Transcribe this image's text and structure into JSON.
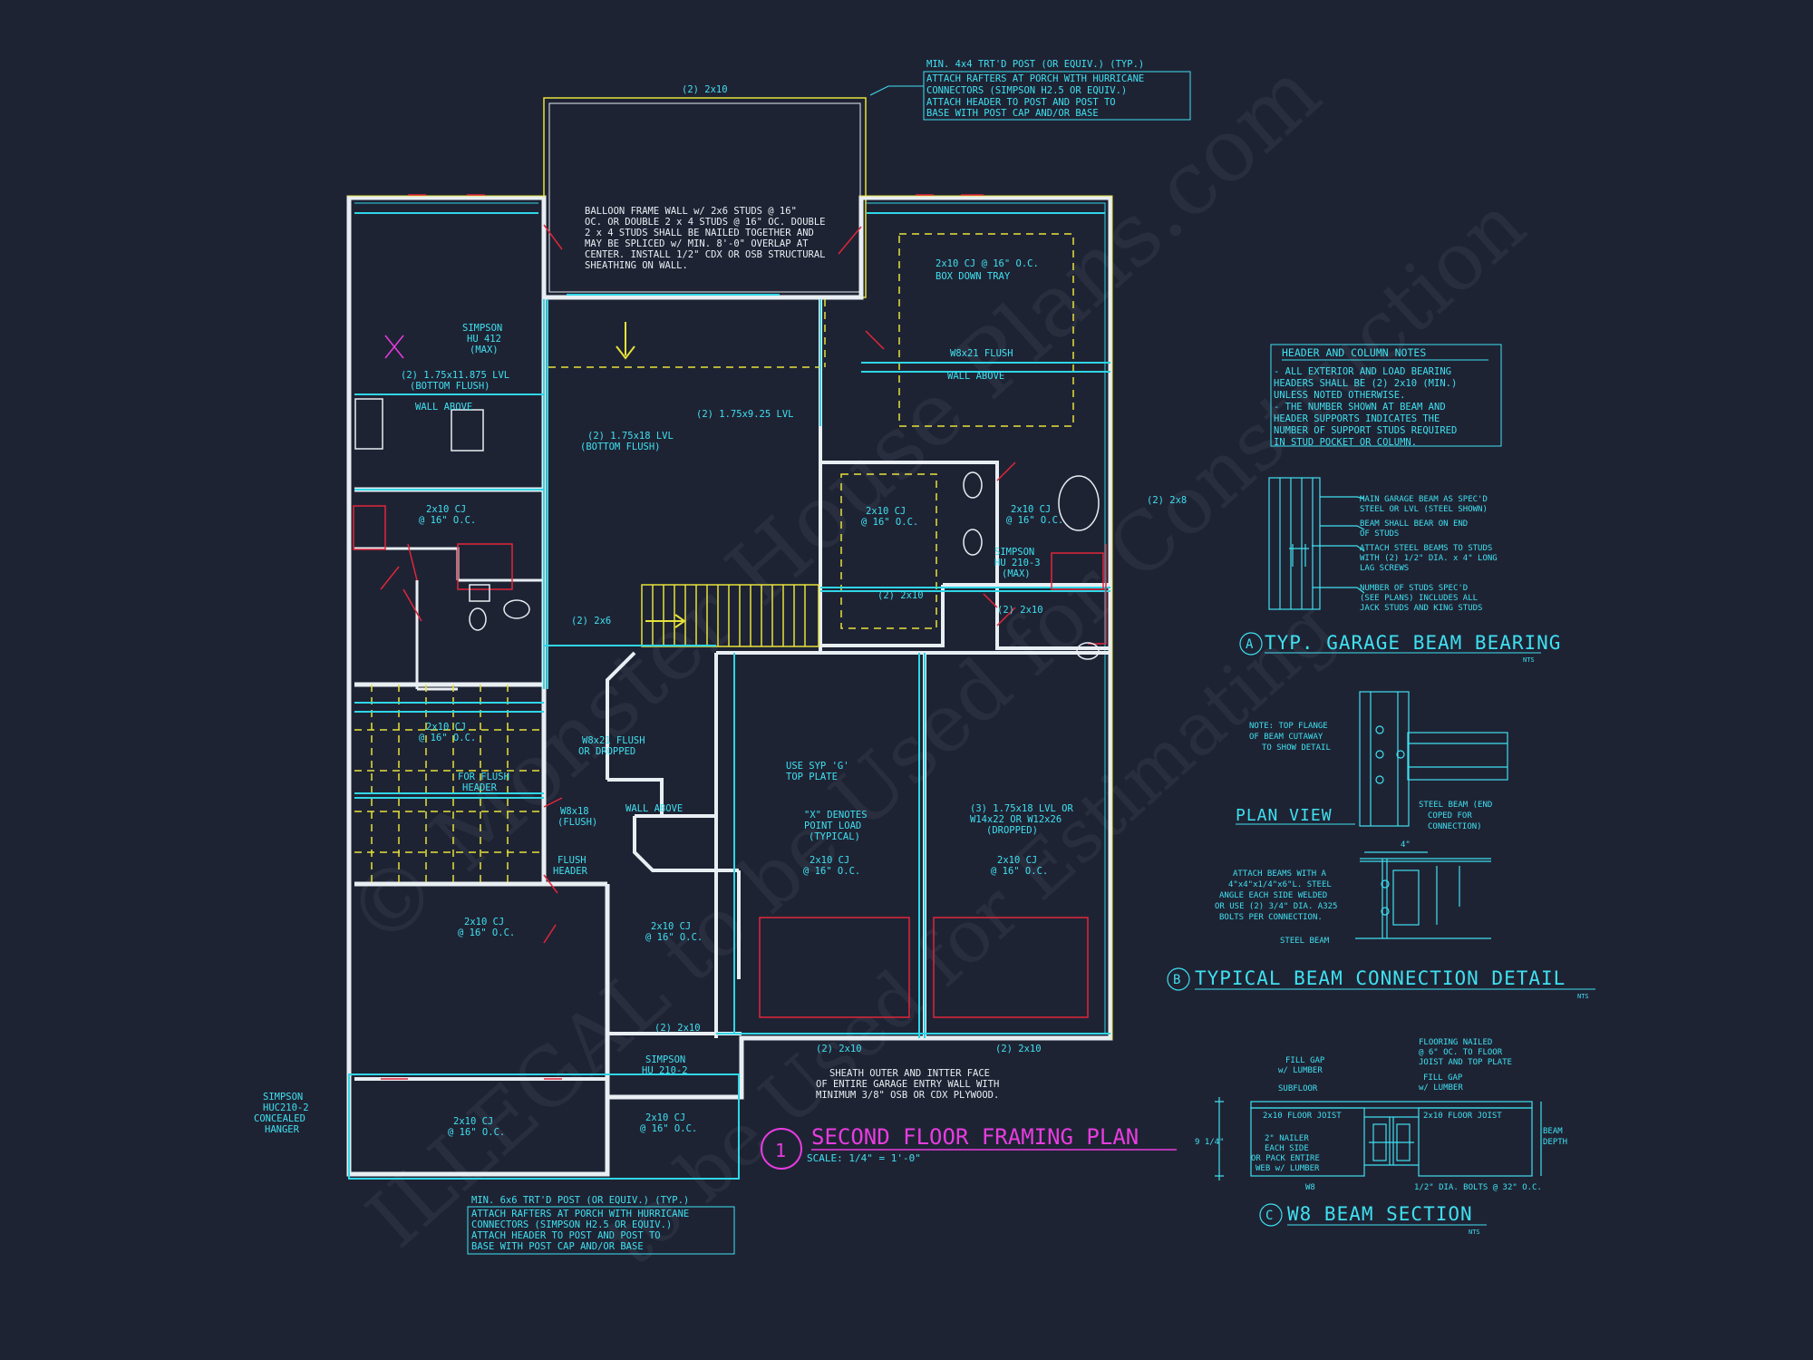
{
  "plan": {
    "title": "SECOND FLOOR FRAMING PLAN",
    "number": "1",
    "scale": "SCALE: 1/4\" = 1'-0\""
  },
  "watermark": {
    "line1": "© Monster House Plans.com",
    "line2": "ILLEGAL to be Used for Construction",
    "line3": "to be Used for Estimating"
  },
  "notes": {
    "porch_top": [
      "MIN. 4x4 TRT'D POST (OR EQUIV.) (TYP.)",
      "ATTACH RAFTERS AT PORCH WITH HURRICANE",
      "CONNECTORS (SIMPSON H2.5 OR EQUIV.)",
      "ATTACH HEADER TO POST AND POST TO",
      "BASE WITH POST CAP AND/OR BASE"
    ],
    "porch_bottom": [
      "MIN. 6x6 TRT'D POST (OR EQUIV.) (TYP.)",
      "ATTACH RAFTERS AT PORCH WITH HURRICANE",
      "CONNECTORS (SIMPSON H2.5 OR EQUIV.)",
      "ATTACH HEADER TO POST AND POST TO",
      "BASE WITH POST CAP AND/OR BASE"
    ],
    "balloon": [
      "BALLOON FRAME WALL w/ 2x6 STUDS @ 16\"",
      "OC. OR DOUBLE 2 x 4 STUDS @ 16\" OC. DOUBLE",
      "2 x 4 STUDS SHALL BE NAILED TOGETHER AND",
      "MAY BE SPLICED w/ MIN. 8'-0\" OVERLAP AT",
      "CENTER. INSTALL 1/2\" CDX OR OSB STRUCTURAL",
      "SHEATHING ON WALL."
    ],
    "sheath": [
      "SHEATH OUTER AND INTTER FACE",
      "OF ENTIRE GARAGE ENTRY WALL WITH",
      "MINIMUM 3/8\" OSB OR CDX PLYWOOD."
    ],
    "header_title": "HEADER AND COLUMN NOTES",
    "header_lines": [
      "- ALL EXTERIOR AND LOAD BEARING",
      "HEADERS SHALL BE (2) 2x10 (MIN.)",
      "UNLESS NOTED OTHERWISE.",
      "- THE NUMBER SHOWN AT BEAM AND",
      "HEADER SUPPORTS INDICATES THE",
      "NUMBER OF SUPPORT STUDS REQUIRED",
      "IN STUD POCKET OR COLUMN."
    ]
  },
  "labels": {
    "simpson_hu412": [
      "SIMPSON",
      "HU 412",
      "(MAX)"
    ],
    "lvl_bottom": [
      "(2) 1.75x11.875 LVL",
      "(BOTTOM FLUSH)"
    ],
    "wall_above_1": "WALL ABOVE",
    "lvl_bottom2": [
      "(2) 1.75x18 LVL",
      "(BOTTOM FLUSH)"
    ],
    "lvl_925": "(2) 1.75x9.25 LVL",
    "cj_box": [
      "2x10 CJ @ 16\" O.C.",
      "BOX DOWN TRAY"
    ],
    "w8_flush": "W8x21 FLUSH",
    "wall_above_2": "WALL ABOVE",
    "cj_a": [
      "2x10 CJ",
      "@ 16\" O.C."
    ],
    "cj_b": [
      "2x10 CJ",
      "@ 16\" O.C."
    ],
    "cj_c": [
      "2x10 CJ",
      "@ 16\" O.C."
    ],
    "simpson_hu2103": [
      "SIMPSON",
      "HU 210-3",
      "(MAX)"
    ],
    "two_2x8": "(2) 2x8",
    "two_2x10_a": "(2) 2x10",
    "two_2x10_top": "(2) 2x10",
    "w8_dropped": [
      "W8x21 FLUSH",
      "OR DROPPED"
    ],
    "cj_d": [
      "2x10 CJ",
      "@ 16\" O.C."
    ],
    "for_flush": [
      "FOR FLUSH",
      "HEADER"
    ],
    "use_syp": [
      "USE SYP 'G'",
      "TOP PLATE"
    ],
    "x_denotes": [
      "\"X\" DENOTES",
      "POINT LOAD",
      "(TYPICAL)"
    ],
    "w8_flush2": [
      "W8x18",
      "(FLUSH)"
    ],
    "flush_header": [
      "FLUSH",
      "HEADER"
    ],
    "wall_above_3": "WALL ABOVE",
    "lvl_three": [
      "(3) 1.75x18 LVL OR",
      "W14x22 OR W12x26",
      "(DROPPED)"
    ],
    "cj_e": [
      "2x10 CJ",
      "@ 16\" O.C."
    ],
    "cj_f": [
      "2x10 CJ",
      "@ 16\" O.C."
    ],
    "cj_g": [
      "2x10 CJ",
      "@ 16\" O.C."
    ],
    "cj_h": [
      "2x10 CJ",
      "@ 16\" O.C."
    ],
    "cj_i": [
      "2x10 CJ",
      "@ 16\" O.C."
    ],
    "cj_j": [
      "2x10 CJ",
      "@ 16\" O.C."
    ],
    "simpson_hu210": [
      "SIMPSON",
      "HU 210-2"
    ],
    "simpson_huc": [
      "SIMPSON",
      "HUC210-2",
      "CONCEALED",
      "HANGER"
    ],
    "two_2x10_b": "(2) 2x10",
    "two_2x10_c": "(2) 2x10",
    "two_2x10_d": "(2) 2x10",
    "two_2x10_e": "(2) 2x10",
    "two_2x6": "(2) 2x6"
  },
  "details": {
    "a_title": "TYP. GARAGE BEAM BEARING",
    "a_letter": "A",
    "a_nts": "NTS",
    "a_notes": [
      "MAIN GARAGE BEAM AS SPEC'D",
      "STEEL OR LVL (STEEL SHOWN)",
      "BEAM SHALL BEAR ON END",
      "OF STUDS",
      "ATTACH STEEL BEAMS TO STUDS",
      "WITH (2) 1/2\" DIA. x 4\" LONG",
      "LAG SCREWS",
      "NUMBER OF STUDS SPEC'D",
      "(SEE PLANS) INCLUDES ALL",
      "JACK STUDS AND KING STUDS"
    ],
    "b_title": "TYPICAL BEAM CONNECTION DETAIL",
    "b_letter": "B",
    "b_nts": "NTS",
    "b_plan_view": "PLAN VIEW",
    "b_note_top": [
      "NOTE: TOP FLANGE",
      "OF BEAM CUTAWAY",
      "TO SHOW DETAIL"
    ],
    "b_note_end": [
      "STEEL BEAM (END",
      "COPED FOR",
      "CONNECTION)"
    ],
    "b_attach": [
      "ATTACH BEAMS WITH A",
      "4\"x4\"x1/4\"x6\"L. STEEL",
      "ANGLE EACH SIDE WELDED",
      "OR USE (2) 3/4\" DIA. A325",
      "BOLTS PER CONNECTION."
    ],
    "b_steel": "STEEL BEAM",
    "b_dim": "4\"",
    "c_title": "W8 BEAM SECTION",
    "c_letter": "C",
    "c_nts": "NTS",
    "c_flooring": [
      "FLOORING NAILED",
      "@ 6\" OC. TO FLOOR",
      "JOIST AND TOP PLATE"
    ],
    "c_fill_left": [
      "FILL GAP",
      "w/ LUMBER"
    ],
    "c_fill_right": [
      "FILL GAP",
      "w/ LUMBER"
    ],
    "c_subfloor": "SUBFLOOR",
    "c_joist_left": "2x10 FLOOR JOIST",
    "c_joist_right": "2x10 FLOOR JOIST",
    "c_nailer": [
      "2\" NAILER",
      "EACH SIDE",
      "OR PACK ENTIRE",
      "WEB w/ LUMBER"
    ],
    "c_w8": "W8",
    "c_bolts": "1/2\" DIA. BOLTS @ 32\" O.C.",
    "c_depth": [
      "BEAM",
      "DEPTH"
    ],
    "c_dim": "9 1/4\""
  },
  "colors": {
    "background": "#1e2334",
    "cyan": "#3fe0ef",
    "wall": "#e8eef2",
    "yellow": "#e6e23a",
    "red": "#e0263a",
    "magenta": "#e83ce0"
  }
}
